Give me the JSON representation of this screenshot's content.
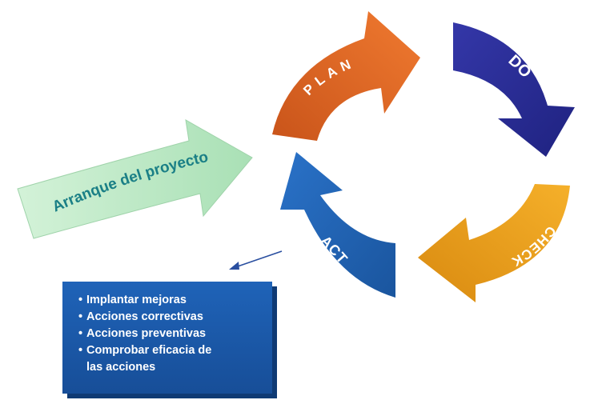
{
  "diagram": {
    "start_label": "Arranque del proyecto",
    "cycle": {
      "plan": "P L A N",
      "do": "DO",
      "check": "CHECK",
      "act": "ACT"
    }
  },
  "actions_box": {
    "items": [
      "Implantar mejoras",
      "Acciones correctivas",
      "Acciones preventivas",
      "Comprobar eficacia de"
    ],
    "continuation": "las acciones"
  },
  "colors": {
    "start": "#b9e8c4",
    "plan": "#e06a24",
    "do": "#2b2f9c",
    "check": "#f0a21c",
    "act": "#1f63b8",
    "box": "#1c5aa8"
  }
}
